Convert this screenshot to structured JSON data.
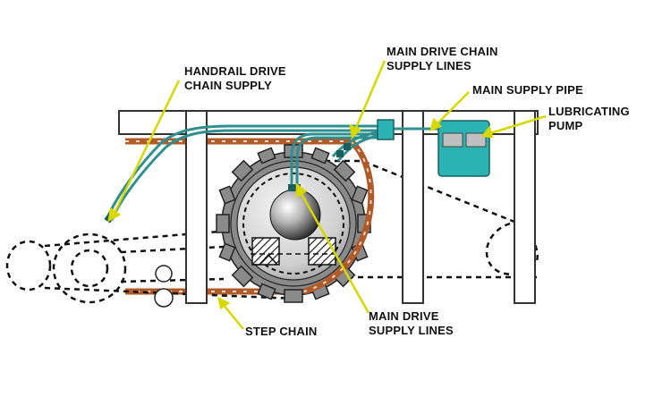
{
  "labels": {
    "handrail_drive_chain_supply": [
      "HANDRAIL DRIVE",
      "CHAIN SUPPLY"
    ],
    "main_drive_chain_supply_lines": [
      "MAIN DRIVE CHAIN",
      "SUPPLY LINES"
    ],
    "main_supply_pipe": [
      "MAIN SUPPLY PIPE"
    ],
    "lubricating_pump": [
      "LUBRICATING",
      "PUMP"
    ],
    "step_chain": [
      "STEP CHAIN"
    ],
    "main_drive_supply_lines": [
      "MAIN DRIVE",
      "SUPPLY LINES"
    ]
  },
  "colors": {
    "frame_stroke": "#333333",
    "frame_fill": "#ffffff",
    "supply_line": "#2f8f8f",
    "pump_body": "#2bb3b3",
    "chain_link": "#b05a2a",
    "gear_fill": "#8a8a8a",
    "leader_line": "#d8d800"
  }
}
